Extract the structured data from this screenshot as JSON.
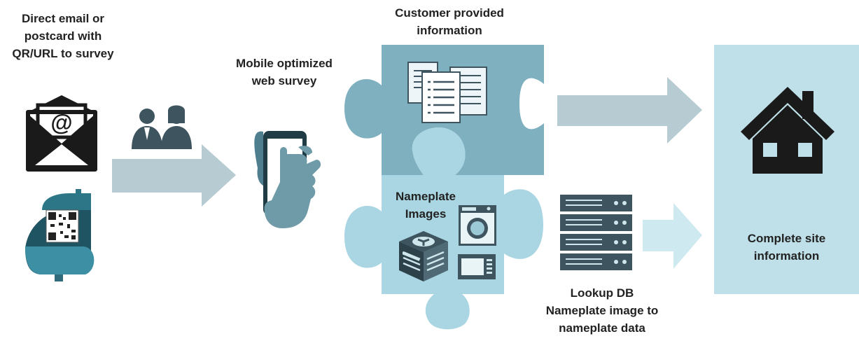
{
  "labels": {
    "outreach": [
      "Direct email or",
      "postcard with",
      "QR/URL to survey"
    ],
    "survey": [
      "Mobile optimized",
      "web survey"
    ],
    "customer_info": [
      "Customer provided",
      "information"
    ],
    "nameplate": [
      "Nameplate",
      "Images"
    ],
    "lookup_db": [
      "Lookup DB",
      "Nameplate image to",
      "nameplate data"
    ],
    "complete": [
      "Complete site",
      "information"
    ]
  },
  "colors": {
    "upper_puzzle": "#7fb0bf",
    "lower_puzzle": "#a9d6e2",
    "result_panel": "#bfe0e9",
    "arrow": "#b7ccd2",
    "arrow_light": "#cfe9f0",
    "icon_dark": "#1a1a1a",
    "icon_slate": "#3e5560"
  },
  "icons": [
    "email-icon",
    "mailbox-qr-icon",
    "people-icon",
    "phone-hand-icon",
    "documents-icon",
    "washer-icon",
    "ac-unit-icon",
    "microwave-icon",
    "server-rack-icon",
    "house-icon"
  ]
}
